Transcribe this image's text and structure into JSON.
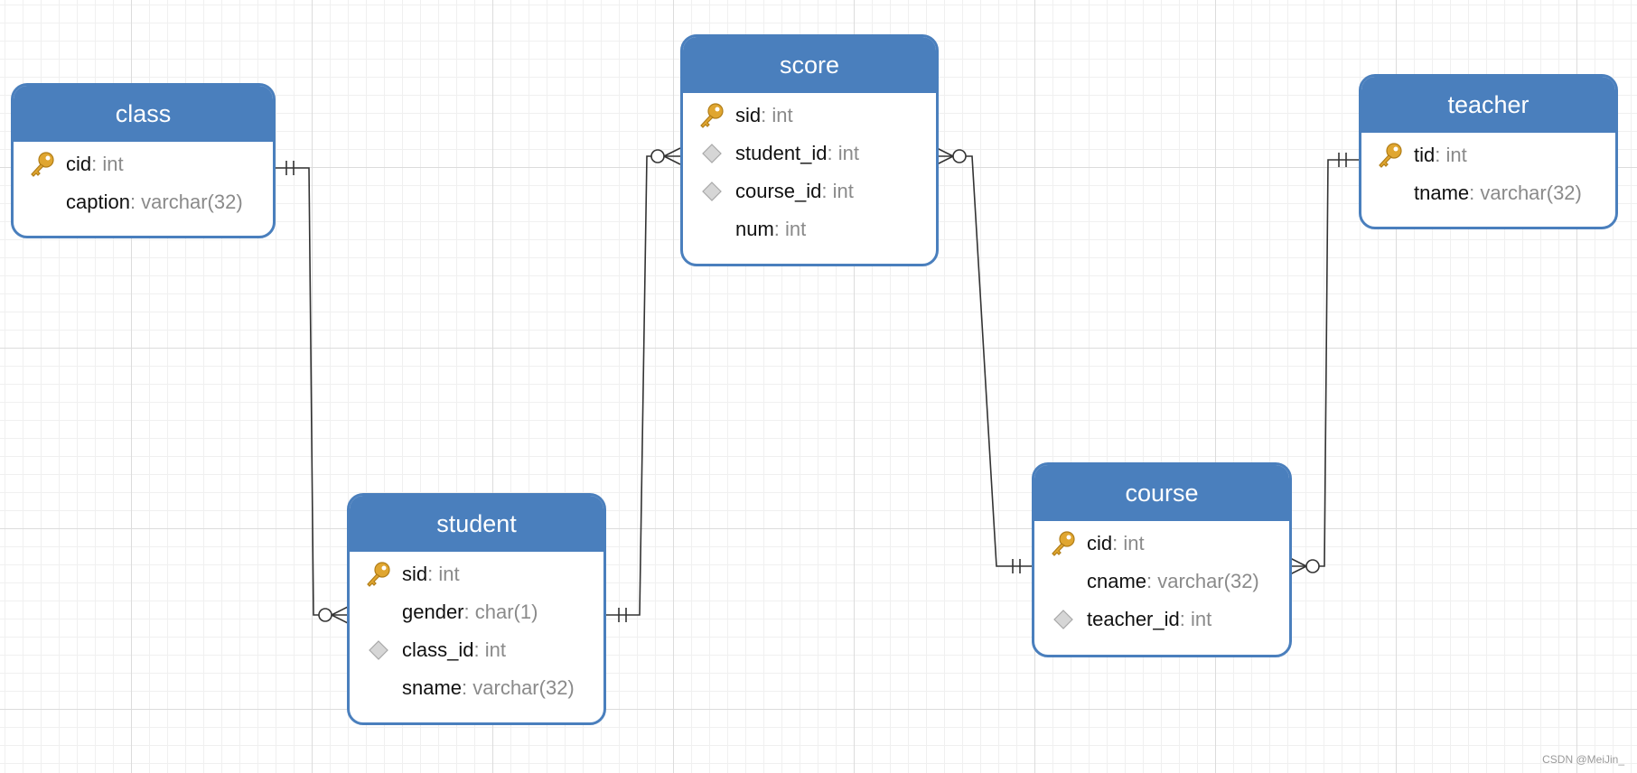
{
  "entities": {
    "class": {
      "title": "class",
      "attrs": [
        {
          "name": "cid",
          "type": ": int",
          "icon": "key-icon"
        },
        {
          "name": "caption",
          "type": ": varchar(32)",
          "icon": "none"
        }
      ]
    },
    "score": {
      "title": "score",
      "attrs": [
        {
          "name": "sid",
          "type": ": int",
          "icon": "key-icon"
        },
        {
          "name": "student_id",
          "type": ": int",
          "icon": "diamond-icon"
        },
        {
          "name": "course_id",
          "type": ": int",
          "icon": "diamond-icon"
        },
        {
          "name": "num",
          "type": ": int",
          "icon": "none"
        }
      ]
    },
    "teacher": {
      "title": "teacher",
      "attrs": [
        {
          "name": "tid",
          "type": ": int",
          "icon": "key-icon"
        },
        {
          "name": "tname",
          "type": ": varchar(32)",
          "icon": "none"
        }
      ]
    },
    "student": {
      "title": "student",
      "attrs": [
        {
          "name": "sid",
          "type": ": int",
          "icon": "key-icon"
        },
        {
          "name": "gender",
          "type": ": char(1)",
          "icon": "none"
        },
        {
          "name": "class_id",
          "type": ": int",
          "icon": "diamond-icon"
        },
        {
          "name": "sname",
          "type": ": varchar(32)",
          "icon": "none"
        }
      ]
    },
    "course": {
      "title": "course",
      "attrs": [
        {
          "name": "cid",
          "type": ": int",
          "icon": "key-icon"
        },
        {
          "name": "cname",
          "type": ": varchar(32)",
          "icon": "none"
        },
        {
          "name": "teacher_id",
          "type": ": int",
          "icon": "diamond-icon"
        }
      ]
    }
  },
  "relationships": [
    {
      "from": "class.cid",
      "to": "student.class_id",
      "cardinality": "one-to-many"
    },
    {
      "from": "student.sid",
      "to": "score.student_id",
      "cardinality": "one-to-many"
    },
    {
      "from": "course.cid",
      "to": "score.course_id",
      "cardinality": "one-to-many"
    },
    {
      "from": "teacher.tid",
      "to": "course.teacher_id",
      "cardinality": "one-to-many"
    }
  ],
  "colors": {
    "header": "#4a7fbd",
    "border": "#4a7fbd",
    "key": "#e0a630",
    "diamond": "#b8b8b8",
    "line": "#333333"
  },
  "watermark": "CSDN @MeiJin_"
}
